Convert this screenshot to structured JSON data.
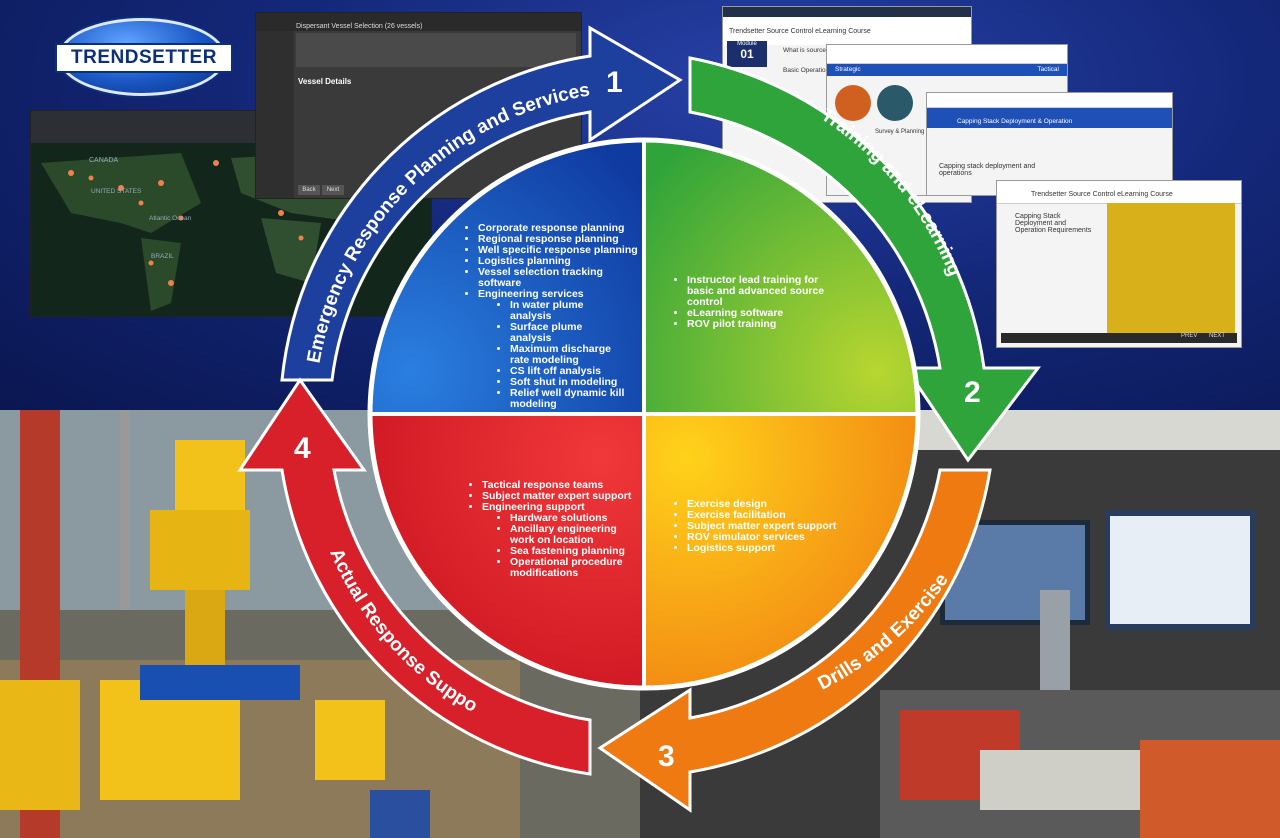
{
  "brand": {
    "logo_text": "TRENDSETTER"
  },
  "screens": {
    "map_labels": [
      "CANADA",
      "UNITED STATES",
      "Atlantic Ocean",
      "BRAZIL"
    ],
    "vessel_window_title": "Dispersant Vessel Selection (26 vessels)",
    "vessel_details_title": "Vessel Details",
    "elearn_course_title": "Trendsetter Source Control eLearning Course",
    "elearn_module_label": "Module",
    "elearn_module_number": "01",
    "elearn_what_is": "What is source control?",
    "elearn_basic": "Basic Operational Methodology",
    "elearn_strategic": "Strategic",
    "elearn_tactical": "Tactical",
    "elearn_survey": "Survey & Planning",
    "elearn_capping": "Capping Stack Deployment & Operation",
    "elearn_capping_ops": "Capping stack deployment and operations",
    "elearn_capping_req": "Capping Stack Deployment and Operation Requirements",
    "prev_button": "PREV",
    "next_button": "NEXT",
    "back_button": "Back",
    "next_small": "Next"
  },
  "cycle": {
    "steps": [
      {
        "number": "1",
        "label": "Emergency Response Planning and Services",
        "color": "#1d3f9e"
      },
      {
        "number": "2",
        "label": "Training and eLearning",
        "color": "#2fa43a"
      },
      {
        "number": "3",
        "label": "Drills and Exercises",
        "color": "#f07a12"
      },
      {
        "number": "4",
        "label": "Actual Response Support",
        "color": "#d8202a"
      }
    ]
  },
  "quadrants": {
    "planning": {
      "items": [
        "Corporate response planning",
        "Regional response planning",
        "Well specific response planning",
        "Logistics planning",
        "Vessel selection tracking software",
        "Engineering services"
      ],
      "subitems": [
        "In water plume analysis",
        "Surface plume analysis",
        "Maximum discharge rate modeling",
        "CS lift off analysis",
        "Soft shut in modeling",
        "Relief well dynamic kill modeling"
      ]
    },
    "training": {
      "items": [
        "Instructor lead training for basic and advanced source control",
        "eLearning software",
        "ROV pilot training"
      ]
    },
    "drills": {
      "items": [
        "Exercise design",
        "Exercise facilitation",
        "Subject matter expert support",
        "ROV simulator services",
        "Logistics support"
      ]
    },
    "response": {
      "items": [
        "Tactical response teams",
        "Subject matter expert support",
        "Engineering support"
      ],
      "subitems": [
        "Hardware solutions",
        "Ancillary engineering work on location",
        "Sea fastening planning",
        "Operational procedure modifications"
      ]
    }
  }
}
